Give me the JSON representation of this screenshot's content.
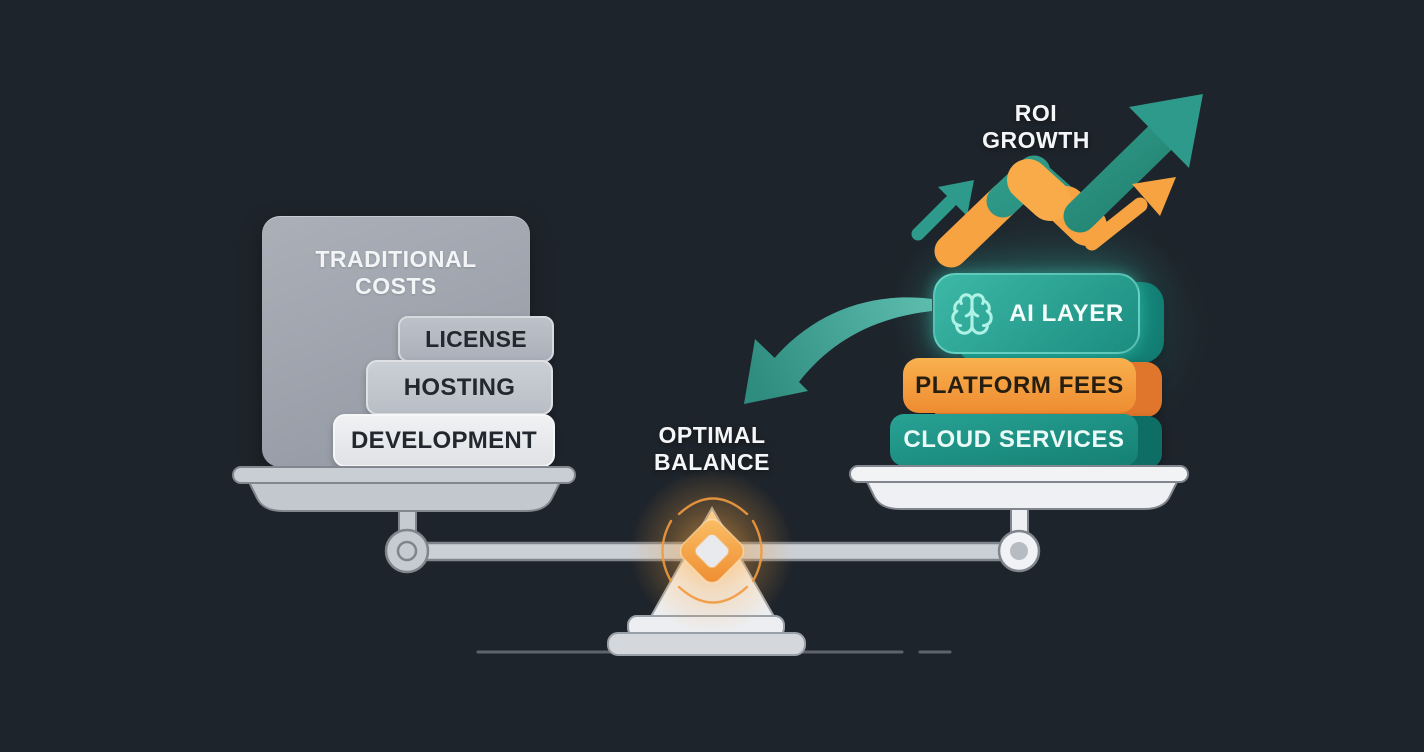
{
  "canvas": {
    "background": "#1e242b"
  },
  "traditional": {
    "title_line1": "TRADITIONAL",
    "title_line2": "COSTS",
    "items": [
      {
        "label": "LICENSE"
      },
      {
        "label": "HOSTING"
      },
      {
        "label": "DEVELOPMENT"
      }
    ]
  },
  "modern": {
    "items": [
      {
        "label": "AI LAYER",
        "icon": "brain-icon",
        "color": "#2fae9e"
      },
      {
        "label": "PLATFORM FEES",
        "color": "#f6a23f"
      },
      {
        "label": "CLOUD SERVICES",
        "color": "#1a887d"
      }
    ]
  },
  "annotations": {
    "roi": {
      "line1": "ROI",
      "line2": "GROWTH"
    },
    "balance": {
      "line1": "OPTIMAL",
      "line2": "BALANCE"
    }
  },
  "colors": {
    "background": "#1e242b",
    "teal": "#2b9488",
    "teal_dark": "#11796f",
    "orange": "#f7a341",
    "orange_dark": "#e0762c",
    "panel_gray": "#9ba1ab",
    "metal_light": "#eef0f3",
    "metal_gray": "#c6cad1",
    "glow_orange": "#f8a642"
  }
}
